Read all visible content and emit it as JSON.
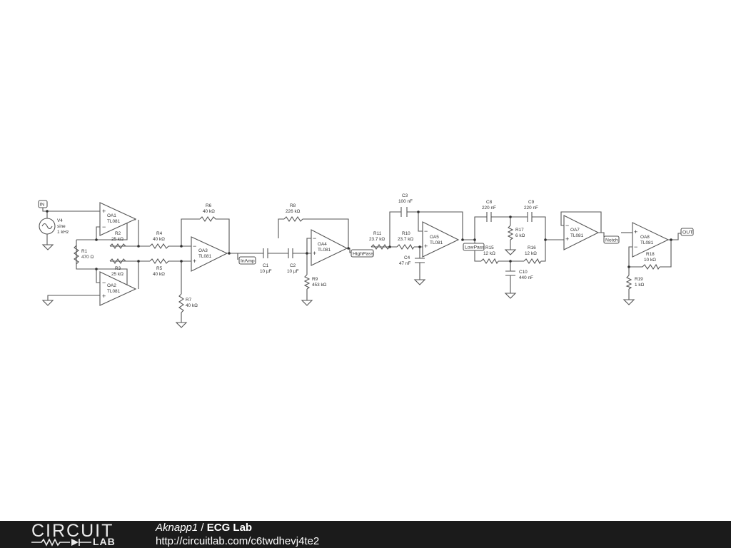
{
  "diagram": {
    "components": {
      "IN": "IN",
      "V4": [
        "V4",
        "sine",
        "1 kHz"
      ],
      "OA1": [
        "OA1",
        "TL081"
      ],
      "OA2": [
        "OA2",
        "TL081"
      ],
      "OA3": [
        "OA3",
        "TL081"
      ],
      "OA4": [
        "OA4",
        "TL081"
      ],
      "OA5": [
        "OA5",
        "TL081"
      ],
      "OA7": [
        "OA7",
        "TL081"
      ],
      "OA8": [
        "OA8",
        "TL081"
      ],
      "R1": [
        "R1",
        "470 Ω"
      ],
      "R2": [
        "R2",
        "25 kΩ"
      ],
      "R3": [
        "R3",
        "25 kΩ"
      ],
      "R4": [
        "R4",
        "40 kΩ"
      ],
      "R5": [
        "R5",
        "40 kΩ"
      ],
      "R6": [
        "R6",
        "40 kΩ"
      ],
      "R7": [
        "R7",
        "40 kΩ"
      ],
      "R8": [
        "R8",
        "226 kΩ"
      ],
      "R9": [
        "R9",
        "453 kΩ"
      ],
      "R10": [
        "R10",
        "23.7 kΩ"
      ],
      "R11": [
        "R11",
        "23.7 kΩ"
      ],
      "R15": [
        "R15",
        "12 kΩ"
      ],
      "R16": [
        "R16",
        "12 kΩ"
      ],
      "R17": [
        "R17",
        "6 kΩ"
      ],
      "R18": [
        "R18",
        "10 kΩ"
      ],
      "R19": [
        "R19",
        "1 kΩ"
      ],
      "C1": [
        "C1",
        "10 µF"
      ],
      "C2": [
        "C2",
        "10 µF"
      ],
      "C3": [
        "C3",
        "100 nF"
      ],
      "C4": [
        "C4",
        "47 nF"
      ],
      "C8": [
        "C8",
        "220 nF"
      ],
      "C9": [
        "C9",
        "220 nF"
      ],
      "C10": [
        "C10",
        "440 nF"
      ]
    },
    "net_labels": {
      "inamp": "InAmp",
      "highpass": "HighPass",
      "lowpass": "LowPass",
      "notch": "Notch",
      "out": "OUT"
    }
  },
  "footer": {
    "logo_top": "CIRCUIT",
    "logo_bottom": "LAB",
    "author": "Aknapp1",
    "separator": " / ",
    "title": "ECG Lab",
    "url": "http://circuitlab.com/c6twdhevj4te2"
  }
}
